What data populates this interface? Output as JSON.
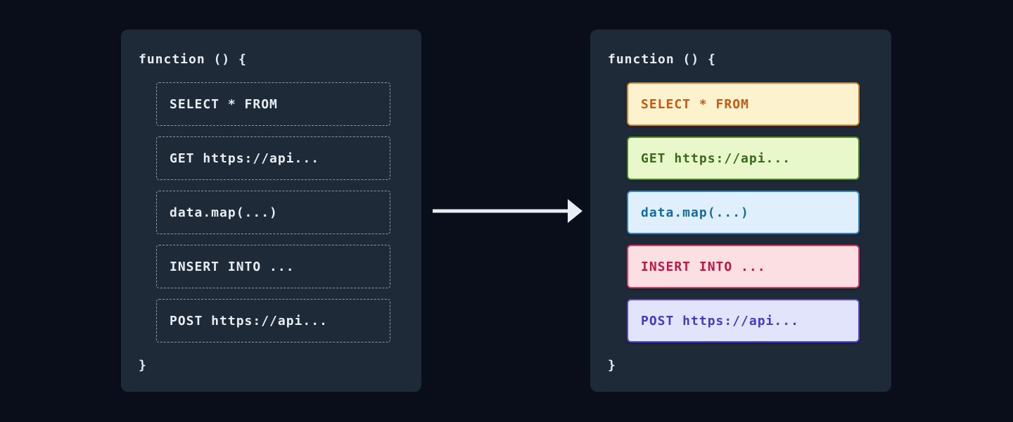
{
  "colors": {
    "page_bg": "#0a0e1a",
    "panel_bg": "#1f2a38",
    "panel_text": "#e8edf3",
    "dashed_border": "#8e99a9",
    "arrow": "#e9edf4"
  },
  "left_panel": {
    "title": "function () {",
    "closing_brace": "}",
    "blocks": [
      {
        "label": "SELECT * FROM"
      },
      {
        "label": "GET https://api..."
      },
      {
        "label": "data.map(...)"
      },
      {
        "label": "INSERT INTO ..."
      },
      {
        "label": "POST https://api..."
      }
    ]
  },
  "right_panel": {
    "title": "function () {",
    "closing_brace": "}",
    "blocks": [
      {
        "label": "SELECT * FROM",
        "bg": "#fcf2cd",
        "border": "#d2812e",
        "text": "#c05c16"
      },
      {
        "label": "GET https://api...",
        "bg": "#e8f8ca",
        "border": "#4e8224",
        "text": "#396a1c"
      },
      {
        "label": "data.map(...)",
        "bg": "#dff0fc",
        "border": "#2e82c4",
        "text": "#116ba4"
      },
      {
        "label": "INSERT INTO ...",
        "bg": "#fcdfe3",
        "border": "#ce3c63",
        "text": "#bd1745"
      },
      {
        "label": "POST https://api...",
        "bg": "#e1e4fb",
        "border": "#5349d6",
        "text": "#4539cb"
      }
    ]
  }
}
